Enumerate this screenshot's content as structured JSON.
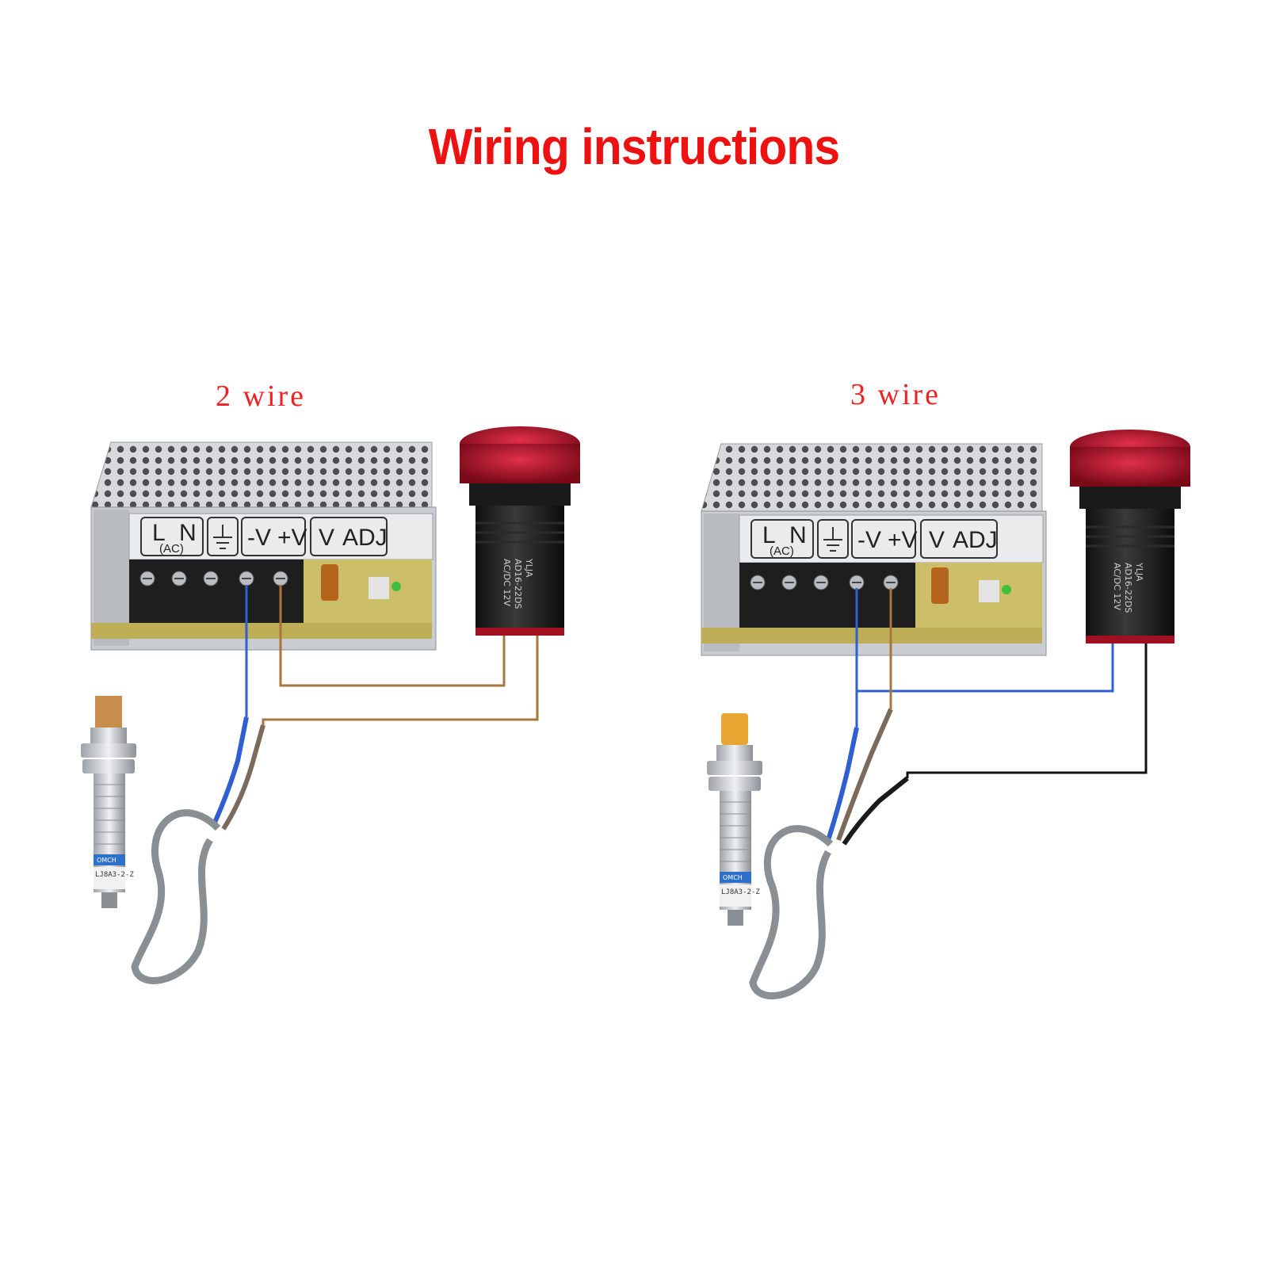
{
  "title": "Wiring instructions",
  "panels": [
    {
      "label": "2 wire",
      "psu": {
        "terminals": [
          "L",
          "N",
          "(AC)",
          "-V",
          "+V",
          "V",
          "ADJ"
        ]
      },
      "lamp": {
        "model": "AD16-22DS",
        "rating": "AC/DC 12V",
        "brand": "YLJA"
      },
      "sensor": {
        "brand": "OMCH",
        "model": "LJ8A3-2-Z"
      }
    },
    {
      "label": "3 wire",
      "psu": {
        "terminals": [
          "L",
          "N",
          "(AC)",
          "-V",
          "+V",
          "V",
          "ADJ"
        ]
      },
      "lamp": {
        "model": "AD16-22DS",
        "rating": "AC/DC 12V",
        "brand": "YLJA"
      },
      "sensor": {
        "brand": "OMCH",
        "model": "LJ8A3-2-Z"
      }
    }
  ],
  "colors": {
    "title": "#ee1111",
    "wire_blue": "#2f5fd0",
    "wire_brown": "#a8753d",
    "wire_black": "#111111",
    "lamp_red": "#c8102e"
  }
}
